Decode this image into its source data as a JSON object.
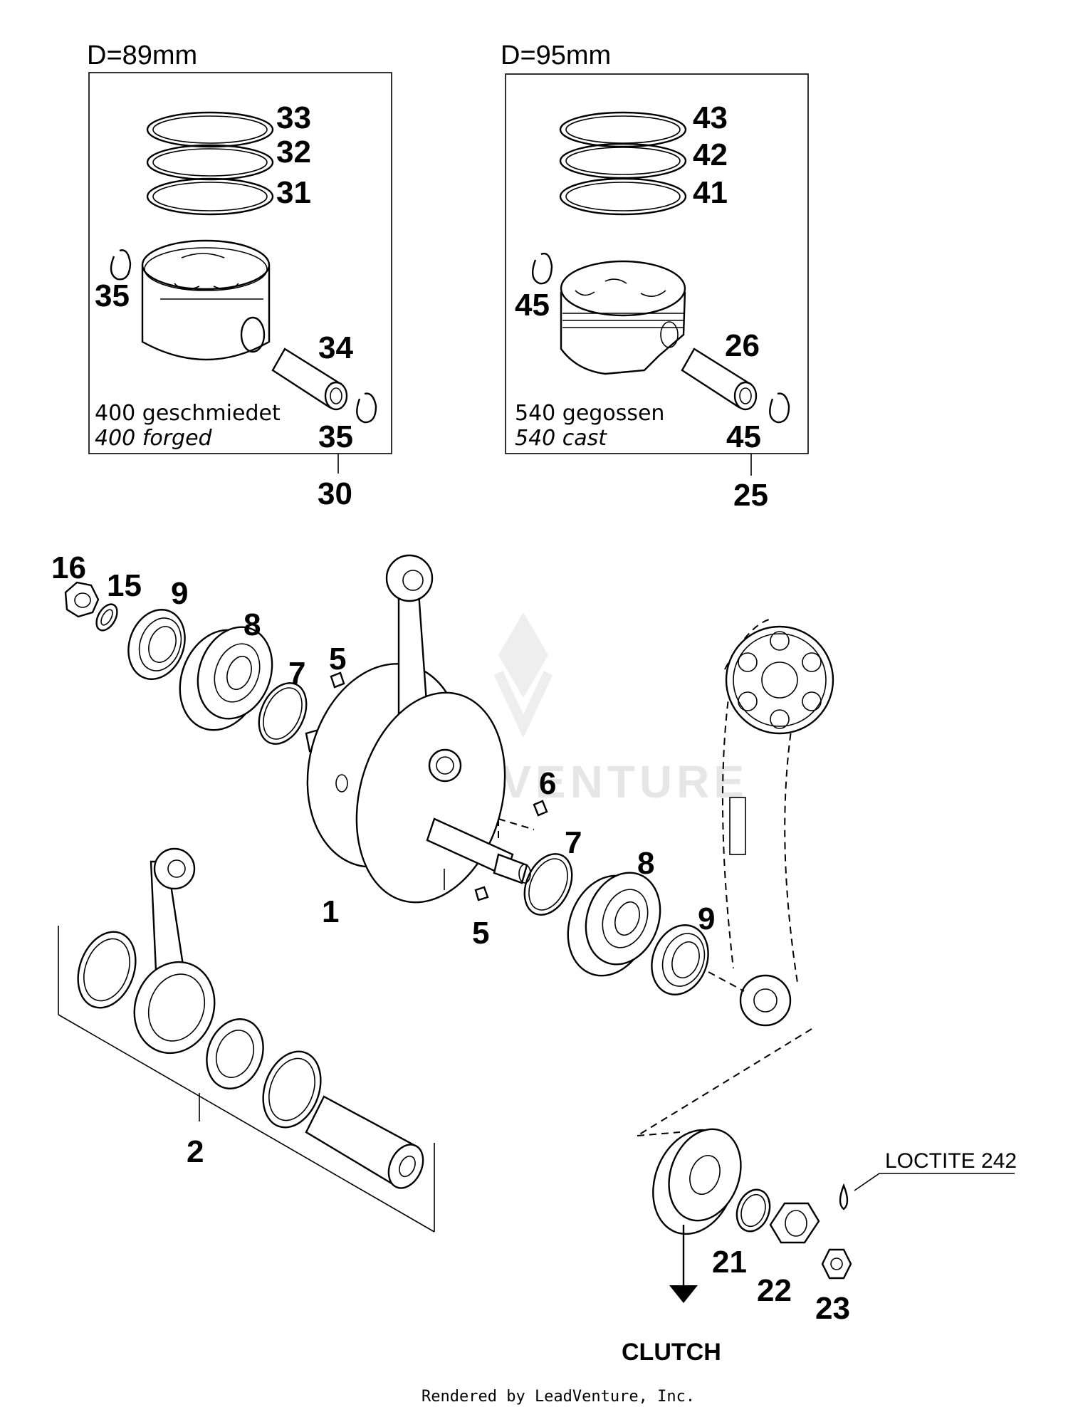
{
  "kit_89": {
    "title": "D=89mm",
    "desc_de": "400 geschmiedet",
    "desc_en": "400 forged",
    "labels": [
      "33",
      "32",
      "31",
      "35",
      "34",
      "35"
    ],
    "assembly": "30"
  },
  "kit_95": {
    "title": "D=95mm",
    "desc_de": "540 gegossen",
    "desc_en": "540 cast",
    "labels": [
      "43",
      "42",
      "41",
      "45",
      "26",
      "45"
    ],
    "assembly": "25"
  },
  "crank_labels": [
    "16",
    "15",
    "9",
    "8",
    "7",
    "5",
    "1",
    "6",
    "7",
    "8",
    "9",
    "5",
    "2",
    "21",
    "22",
    "23"
  ],
  "loctite": "LOCTITE 242",
  "clutch": "CLUTCH",
  "watermark": "LEADVENTURE",
  "footer": "Rendered by LeadVenture, Inc."
}
